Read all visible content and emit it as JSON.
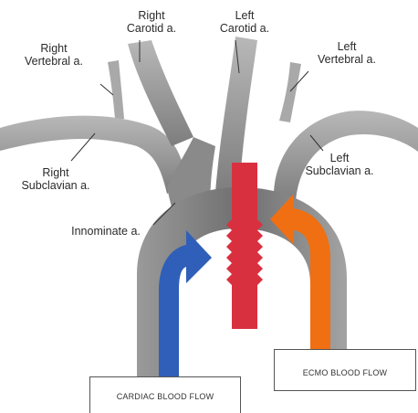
{
  "labels": {
    "right_carotid": [
      "Right",
      "Carotid a."
    ],
    "left_carotid": [
      "Left",
      "Carotid a."
    ],
    "right_vertebral": [
      "Right",
      "Vertebral a."
    ],
    "left_vertebral": [
      "Left",
      "Vertebral a."
    ],
    "right_subclavian": [
      "Right",
      "Subclavian a."
    ],
    "left_subclavian": [
      "Left",
      "Subclavian a."
    ],
    "innominate": "Innominate a."
  },
  "legend": {
    "cardiac": "CARDIAC BLOOD FLOW",
    "ecmo": "ECMO BLOOD FLOW"
  },
  "colors": {
    "vessel": "#8f8f8f",
    "vessel_light": "#b8b8b8",
    "cardiac_flow": "#2f5fb8",
    "ecmo_flow": "#ef6f12",
    "cannula": "#d93040"
  },
  "icons": {
    "cardiac_arrow": "blue-curved-arrow",
    "ecmo_arrow": "orange-curved-arrow",
    "cannula": "red-cannula"
  }
}
